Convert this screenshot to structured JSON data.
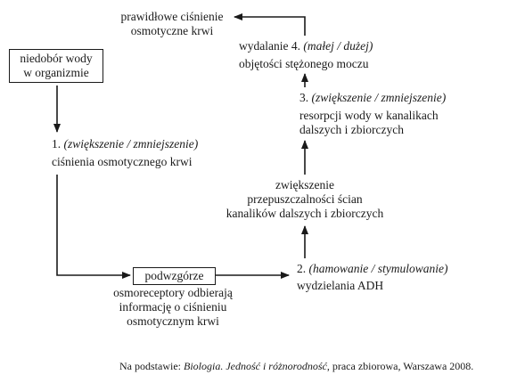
{
  "top_result": {
    "line1": "prawidłowe ciśnienie",
    "line2": "osmotyczne krwi"
  },
  "start_box": {
    "line1": "niedobór wody",
    "line2": "w organizmie"
  },
  "step1": {
    "number": "1.",
    "options": "(zwiększenie / zmniejszenie)",
    "text": "ciśnienia osmotycznego krwi"
  },
  "hypothalamus": {
    "box_label": "podwzgórze",
    "desc_line1": "osmoreceptory odbierają",
    "desc_line2": "informację o ciśnieniu",
    "desc_line3": "osmotycznym krwi"
  },
  "step2": {
    "number": "2.",
    "options": "(hamowanie / stymulowanie)",
    "text": "wydzielania ADH"
  },
  "permeability": {
    "line1": "zwiększenie",
    "line2": "przepuszczalności ścian",
    "line3": "kanalików dalszych i zbiorczych"
  },
  "step3": {
    "number": "3.",
    "options": "(zwiększenie / zmniejszenie)",
    "line1": "resorpcji wody w kanalikach",
    "line2": "dalszych i zbiorczych"
  },
  "step4": {
    "prefix": "wydalanie 4.",
    "options": "(małej / dużej)",
    "line2": "objętości stężonego moczu"
  },
  "source": {
    "prefix": "Na podstawie: ",
    "title": "Biologia. Jedność i różnorodność",
    "suffix": ", praca zbiorowa, Warszawa 2008."
  }
}
